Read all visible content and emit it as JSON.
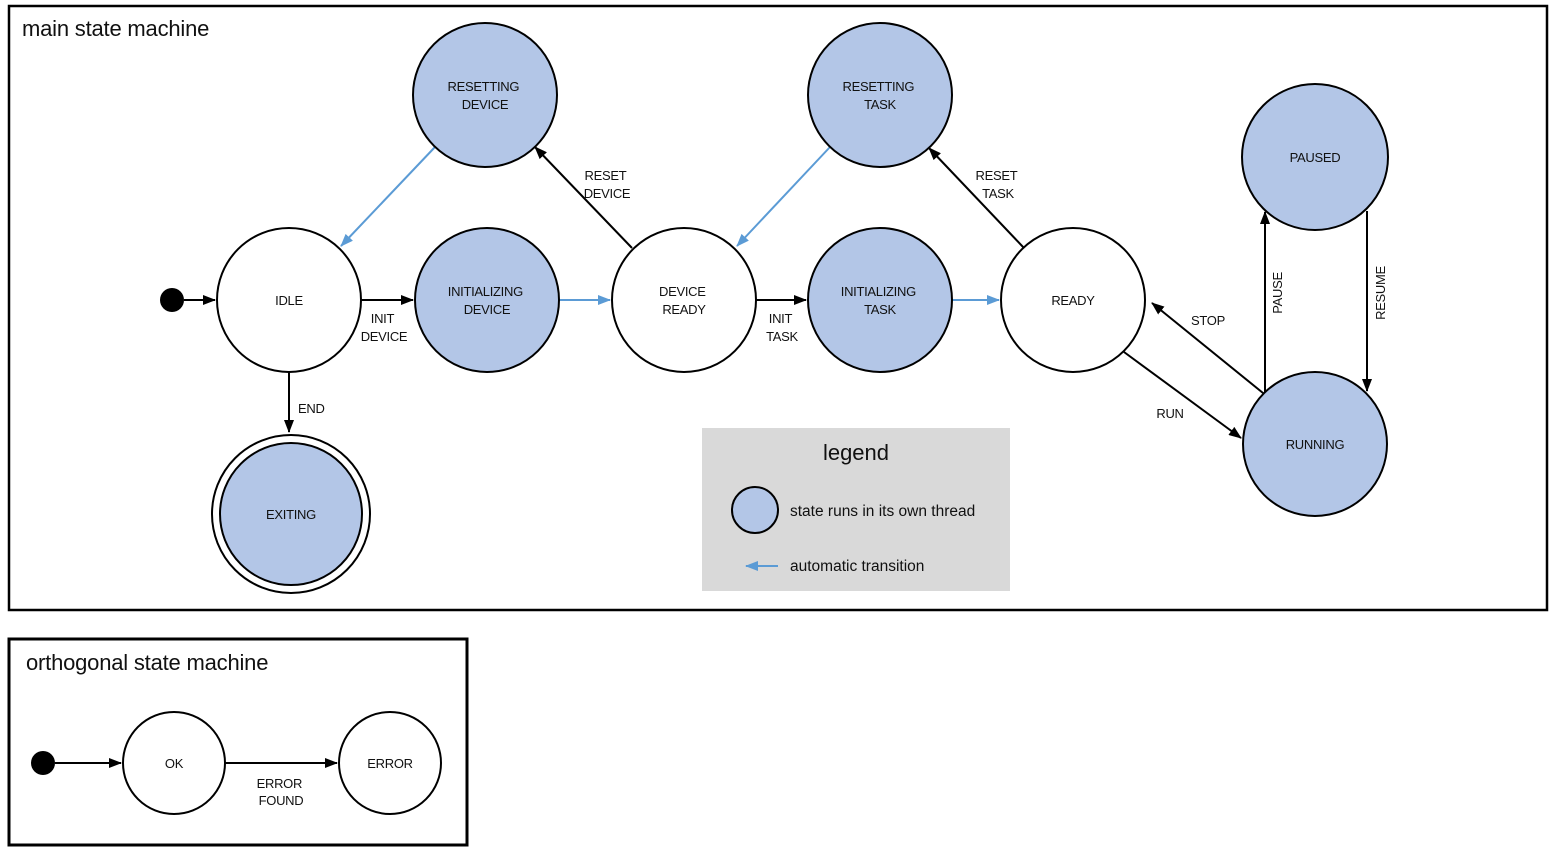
{
  "main": {
    "title": "main state machine",
    "states": {
      "idle": {
        "label": "IDLE"
      },
      "resetting_device": {
        "line1": "RESETTING",
        "line2": "DEVICE"
      },
      "initializing_device": {
        "line1": "INITIALIZING",
        "line2": "DEVICE"
      },
      "device_ready": {
        "line1": "DEVICE",
        "line2": "READY"
      },
      "resetting_task": {
        "line1": "RESETTING",
        "line2": "TASK"
      },
      "initializing_task": {
        "line1": "INITIALIZING",
        "line2": "TASK"
      },
      "ready": {
        "label": "READY"
      },
      "paused": {
        "label": "PAUSED"
      },
      "running": {
        "label": "RUNNING"
      },
      "exiting": {
        "label": "EXITING"
      }
    },
    "transitions": {
      "init_device": {
        "line1": "INIT",
        "line2": "DEVICE"
      },
      "init_task": {
        "line1": "INIT",
        "line2": "TASK"
      },
      "reset_device": {
        "line1": "RESET",
        "line2": "DEVICE"
      },
      "reset_task": {
        "line1": "RESET",
        "line2": "TASK"
      },
      "run": "RUN",
      "stop": "STOP",
      "pause": "PAUSE",
      "resume": "RESUME",
      "end": "END"
    }
  },
  "legend": {
    "title": "legend",
    "items": [
      {
        "label": "state runs in its own thread"
      },
      {
        "label": "automatic transition"
      }
    ]
  },
  "orthogonal": {
    "title": "orthogonal state machine",
    "states": {
      "ok": {
        "label": "OK"
      },
      "error": {
        "label": "ERROR"
      }
    },
    "transitions": {
      "error_found": {
        "line1": "ERROR",
        "line2": "FOUND"
      }
    }
  },
  "colors": {
    "thread_state_fill": "#b3c6e7",
    "auto_transition_stroke": "#5b9bd5",
    "node_stroke": "#000000",
    "legend_bg": "#d9d9d9"
  }
}
